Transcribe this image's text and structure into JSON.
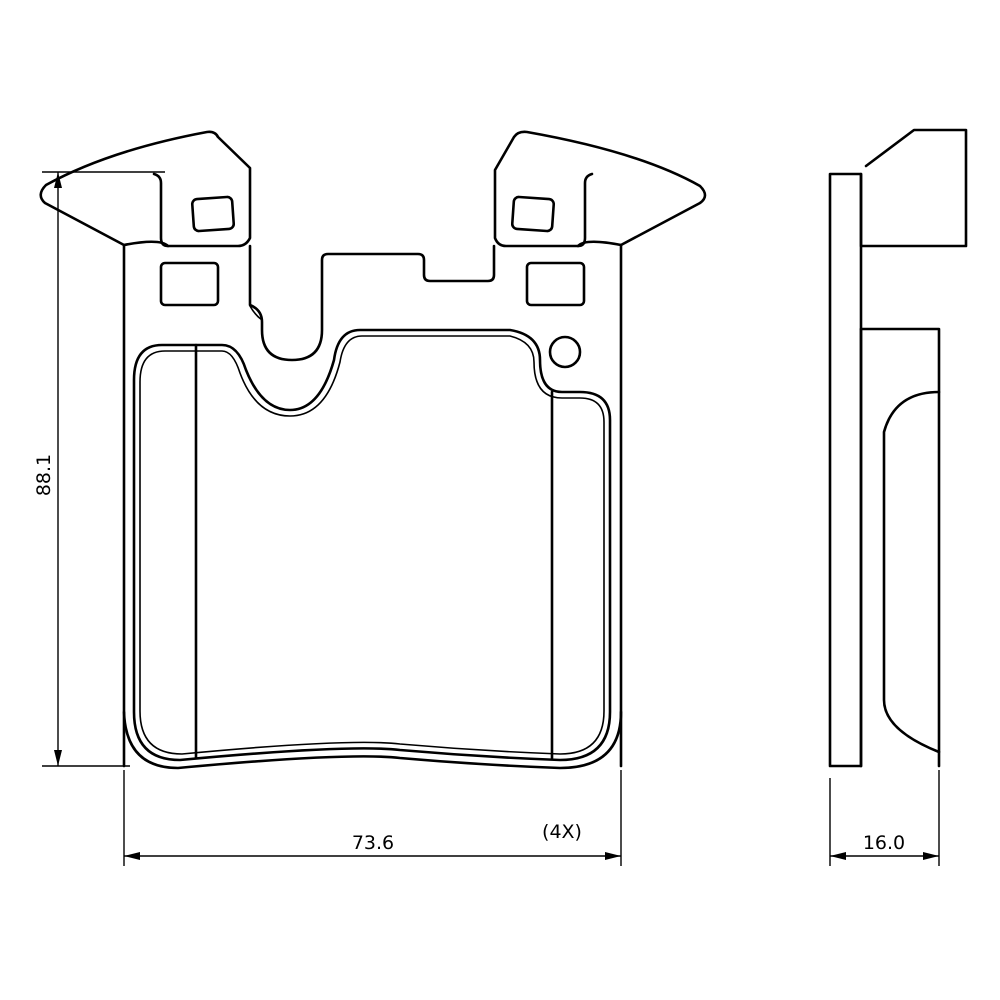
{
  "dimensions": {
    "height_label": "88.1",
    "width_label": "73.6",
    "thickness_label": "16.0",
    "quantity_label": "(4X)"
  }
}
